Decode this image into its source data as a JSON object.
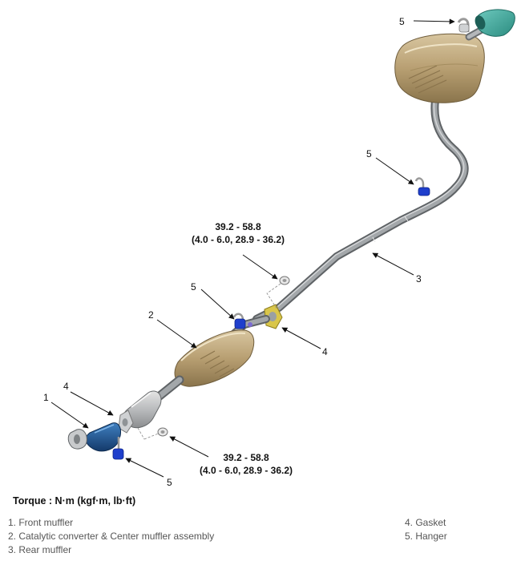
{
  "callouts": {
    "front_muffler": "1",
    "cat_converter_center": "2",
    "rear_muffler": "3",
    "gasket_front": "4",
    "gasket_mid": "4",
    "hanger_top": "5",
    "hanger_mid": "5",
    "hanger_center": "5",
    "hanger_bottom": "5"
  },
  "torque_spec_upper": {
    "line1": "39.2 - 58.8",
    "line2": "(4.0 - 6.0, 28.9 - 36.2)"
  },
  "torque_spec_lower": {
    "line1": "39.2 - 58.8",
    "line2": "(4.0 - 6.0, 28.9 - 36.2)"
  },
  "torque_heading": "Torque : N·m (kgf·m, lb·ft)",
  "legend": {
    "item1": "1. Front muffler",
    "item2": "2. Catalytic converter & Center muffler assembly",
    "item3": "3. Rear muffler",
    "item4": "4. Gasket",
    "item5": "5. Hanger"
  },
  "colors": {
    "muffler": "#b89f72",
    "pipe": "#8d9194",
    "hanger": "#1f3fcc",
    "front_muffler": "#1c4f8a",
    "tip": "#3aa59a",
    "gasket": "#d9c64a"
  }
}
